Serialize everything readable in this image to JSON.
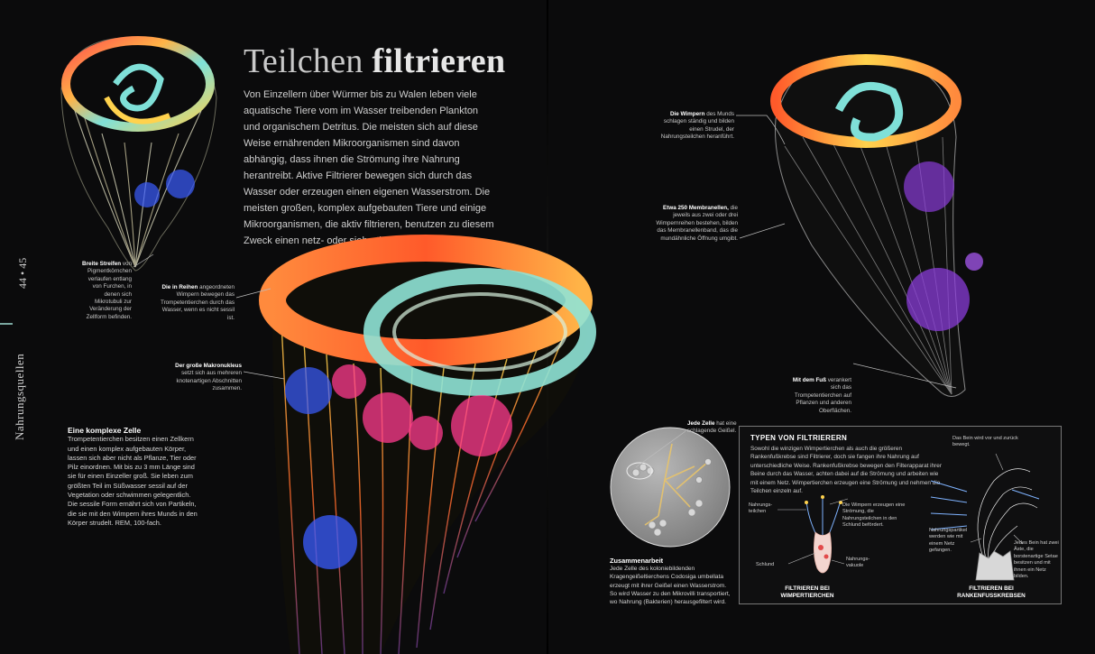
{
  "page": {
    "title_light": "Teilchen",
    "title_bold": "filtrieren",
    "side_label": "Nahrungsquellen",
    "page_numbers": "44 • 45",
    "intro": "Von Einzellern über Würmer bis zu Walen leben viele aquatische Tiere vom im Wasser treibenden Plankton und organischem Detritus. Die meisten sich auf diese Weise ernährenden Mikroorganismen sind davon abhängig, dass ihnen die Strömung ihre Nahrung herantreibt. Aktive Filtrierer bewegen sich durch das Wasser oder erzeugen einen eigenen Wasserstrom. Die meisten großen, komplex aufgebauten Tiere und einige Mikroorganismen, die aktiv filtrieren, benutzen zu diesem Zweck einen netz- oder siebartigen Apparat."
  },
  "annotations": {
    "streifen_bold": "Breite Streifen",
    "streifen_text": "von Pigmentkörnchen verlaufen entlang von Furchen, in denen sich Mikrotubuli zur Veränderung der Zellform befinden.",
    "reihen_bold": "Die in Reihen",
    "reihen_text": "angeordneten Wimpern bewegen das Trompetentierchen durch das Wasser, wenn es nicht sessil ist.",
    "makro_bold": "Der große Makronukleus",
    "makro_text": "setzt sich aus mehreren knotenartigen Abschnitten zusammen.",
    "wimpern_bold": "Die Wimpern",
    "wimpern_text": "des Munds schlagen ständig und bilden einen Strudel, der Nahrungsteilchen heranführt.",
    "membr_bold": "Etwa 250 Membranellen,",
    "membr_text": "die jeweils aus zwei oder drei Wimpernreihen bestehen, bilden das Membranellenband, das die mundähnliche Öffnung umgibt.",
    "fuss_bold": "Mit dem Fuß",
    "fuss_text": "verankert sich das Trompetentierchen auf Pflanzen und anderen Oberflächen.",
    "zelle_bold": "Jede Zelle",
    "zelle_text": "hat eine schlagende Geißel."
  },
  "captions": {
    "komplex_title": "Eine komplexe Zelle",
    "komplex_text": "Trompetentierchen besitzen einen Zellkern und einen komplex aufgebauten Körper, lassen sich aber nicht als Pflanze, Tier oder Pilz einordnen. Mit bis zu 3 mm Länge sind sie für einen Einzeller groß. Sie leben zum größten Teil im Süßwasser sessil auf der Vegetation oder schwimmen gelegentlich. Die sessile Form ernährt sich von Partikeln, die sie mit den Wimpern ihres Munds in den Körper strudelt. REM, 100-fach.",
    "zusammen_title": "Zusammenarbeit",
    "zusammen_text": "Jede Zelle des koloniebildenden Kragengeißeltierchens Codosiga umbellata erzeugt mit ihrer Geißel einen Wasserstrom. So wird Wasser zu den Mikrovilli transportiert, wo Nahrung (Bakterien) herausgefiltert wird."
  },
  "box": {
    "title": "TYPEN VON FILTRIERERN",
    "text": "Sowohl die winzigen Wimpertierchen als auch die größeren Rankenfußkrebse sind Filtrierer, doch sie fangen ihre Nahrung auf unterschiedliche Weise. Rankenfußkrebse bewegen den Filterapparat ihrer Beine durch das Wasser, achten dabei auf die Strömung und arbeiten wie mit einem Netz. Wimpertierchen erzeugen eine Strömung und nehmen die Teilchen einzeln auf.",
    "l_nahrung": "Nahrungs-\nteilchen",
    "l_wimpern": "Die Wimpern erzeugen eine Strömung, die Nahrungsteilchen in den Schlund befördert.",
    "l_schlund": "Schlund",
    "l_vakuole": "Nahrungs-\nvakuole",
    "l_bein": "Das Bein wird vor und zurück bewegt.",
    "l_partikel": "Nahrungspartikel werden wie mit einem Netz gefangen.",
    "l_aeste": "Jedes Bein hat zwei Äste, die borstenartige Setae besitzen und mit ihnen ein Netz bilden.",
    "cap_left_1": "FILTRIEREN BEI",
    "cap_left_2": "WIMPERTIERCHEN",
    "cap_right_1": "FILTRIEREN BEI",
    "cap_right_2": "RANKENFUSSKREBSEN"
  },
  "colors": {
    "background": "#0b0b0c",
    "accent": "#7aa7a0",
    "orange": "#ff6a2a",
    "cyan": "#7fe0d8",
    "magenta": "#ff3b8e",
    "blue": "#3a5cff"
  }
}
